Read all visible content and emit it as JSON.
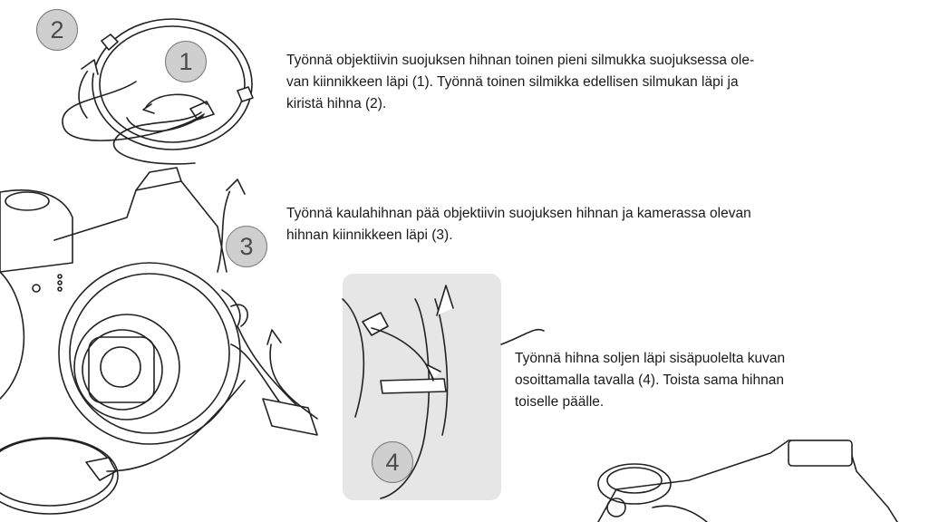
{
  "instructions": [
    "Työnnä objektiivin suojuksen hihnan toinen pieni silmukka suojuksessa ole-\nvan kiinnikkeen läpi (1). Työnnä toinen silmikka edellisen silmukan läpi ja\nkiristä hihna (2).",
    "Työnnä kaulahihnan pää objektiivin suojuksen hihnan ja kamerassa olevan\nhihnan kiinnikkeen läpi (3).",
    "Työnnä hihna soljen läpi sisäpuolelta kuvan\nosoittamalla tavalla (4). Toista sama hihnan\ntoiselle päälle."
  ],
  "step_markers": [
    "1",
    "2",
    "3",
    "4"
  ],
  "colors": {
    "badge_fill": "#cfcfcf",
    "detail_panel": "#e6e6e6",
    "line_art": "#222222"
  }
}
